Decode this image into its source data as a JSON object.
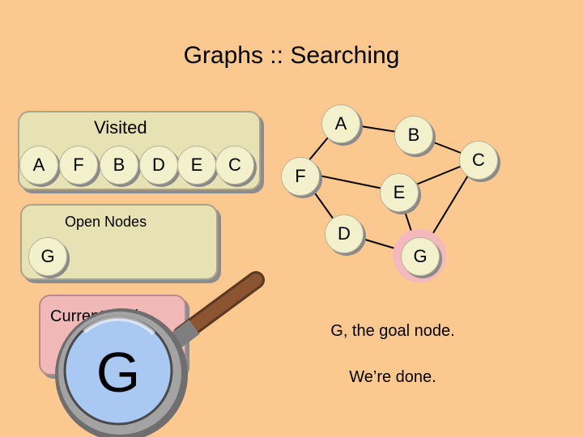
{
  "title": "Graphs :: Searching",
  "visited": {
    "label": "Visited",
    "nodes": [
      "A",
      "F",
      "B",
      "D",
      "E",
      "C"
    ]
  },
  "open_nodes": {
    "label": "Open Nodes",
    "nodes": [
      "G"
    ]
  },
  "current_node": {
    "label": "Current Node",
    "value": "G"
  },
  "graph": {
    "nodes": [
      "A",
      "B",
      "C",
      "F",
      "E",
      "D",
      "G"
    ],
    "goal": "G",
    "edges": [
      [
        "A",
        "B"
      ],
      [
        "A",
        "F"
      ],
      [
        "B",
        "C"
      ],
      [
        "F",
        "E"
      ],
      [
        "C",
        "E"
      ],
      [
        "C",
        "G"
      ],
      [
        "F",
        "D"
      ],
      [
        "D",
        "G"
      ],
      [
        "E",
        "G"
      ]
    ]
  },
  "captions": [
    "G, the goal node.",
    "We’re done."
  ],
  "colors": {
    "background": "#fbc890",
    "panel": "#e7e2b4",
    "node": "#f3f0cc",
    "goal_node": "#a9c8f2",
    "goal_halo": "#f3b9bd",
    "current_panel": "#f0b8b6",
    "magnifier_handle": "#7a4a2a"
  }
}
